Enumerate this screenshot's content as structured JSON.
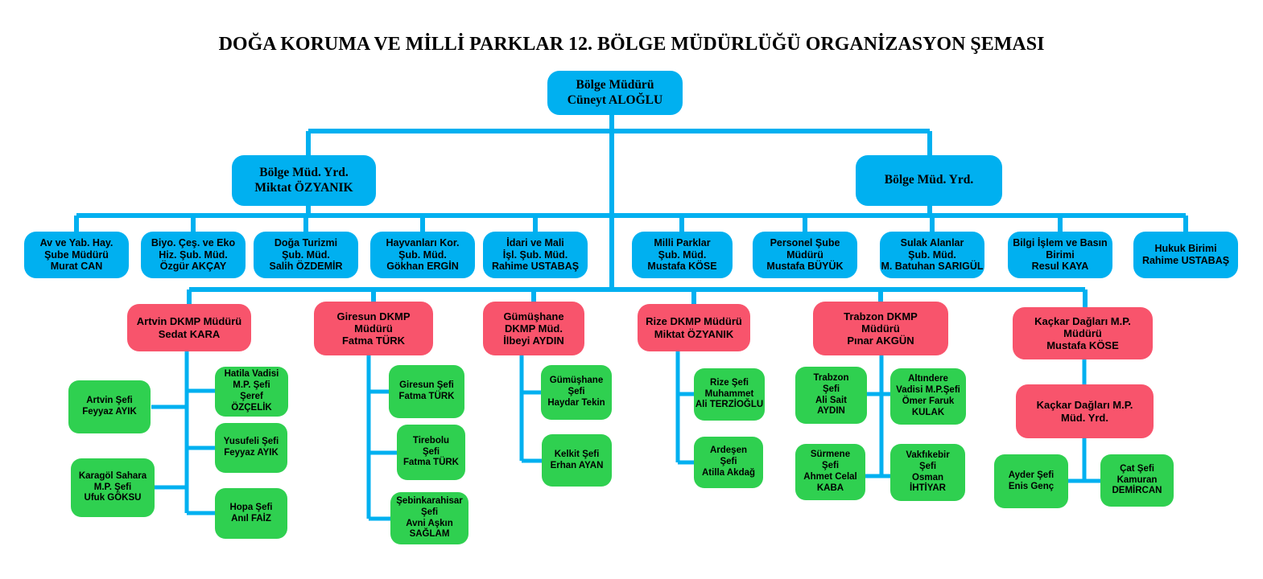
{
  "title": "DOĞA KORUMA VE MİLLİ PARKLAR 12. BÖLGE MÜDÜRLÜĞÜ ORGANİZASYON ŞEMASI",
  "colors": {
    "node_blue": "#00B0F0",
    "node_red": "#F8546C",
    "node_green": "#2FD050",
    "connector_line": "#00B0F0",
    "text": "#000000"
  },
  "org": {
    "director": {
      "label": "Bölge Müdürü\nCüneyt ALOĞLU"
    },
    "deputies": [
      {
        "label": "Bölge Müd. Yrd.\nMiktat ÖZYANIK"
      },
      {
        "label": "Bölge Müd. Yrd."
      }
    ],
    "branches": [
      {
        "label": "Av ve Yab. Hay.\nŞube Müdürü\nMurat CAN"
      },
      {
        "label": "Biyo. Çeş. ve Eko\nHiz. Şub. Müd.\nÖzgür AKÇAY"
      },
      {
        "label": "Doğa Turizmi\nŞub. Müd.\nSalih ÖZDEMİR"
      },
      {
        "label": "Hayvanları Kor.\nŞub. Müd.\nGökhan ERGİN"
      },
      {
        "label": "İdari ve Mali\nİşl. Şub. Müd.\nRahime USTABAŞ"
      },
      {
        "label": "Milli Parklar\nŞub. Müd.\nMustafa KÖSE"
      },
      {
        "label": "Personel Şube\nMüdürü\nMustafa BÜYÜK"
      },
      {
        "label": "Sulak Alanlar\nŞub. Müd.\nM. Batuhan SARIGÜL"
      },
      {
        "label": "Bilgi İşlem ve Basın\nBirimi\nResul KAYA"
      },
      {
        "label": "Hukuk Birimi\nRahime USTABAŞ"
      }
    ],
    "provinces": [
      {
        "label": "Artvin DKMP Müdürü\nSedat KARA",
        "chiefs": [
          {
            "label": "Artvin Şefi\nFeyyaz AYIK"
          },
          {
            "label": "Hatila Vadisi\nM.P. Şefi\nŞeref\nÖZÇELİK"
          },
          {
            "label": "Yusufeli Şefi\nFeyyaz AYIK"
          },
          {
            "label": "Karagöl Sahara\nM.P. Şefi\nUfuk GÖKSU"
          },
          {
            "label": "Hopa Şefi\nAnıl FAİZ"
          }
        ]
      },
      {
        "label": "Giresun DKMP\nMüdürü\nFatma TÜRK",
        "chiefs": [
          {
            "label": "Giresun Şefi\nFatma TÜRK"
          },
          {
            "label": "Tirebolu\nŞefi\nFatma TÜRK"
          },
          {
            "label": "Şebinkarahisar\nŞefi\nAvni Aşkın\nSAĞLAM"
          }
        ]
      },
      {
        "label": "Gümüşhane\nDKMP Müd.\nİlbeyi AYDIN",
        "chiefs": [
          {
            "label": "Gümüşhane\nŞefi\nHaydar Tekin"
          },
          {
            "label": "Kelkit Şefi\nErhan AYAN"
          }
        ]
      },
      {
        "label": "Rize DKMP Müdürü\nMiktat ÖZYANIK",
        "chiefs": [
          {
            "label": "Rize Şefi\nMuhammet\nAli TERZİOĞLU"
          },
          {
            "label": "Ardeşen\nŞefi\nAtilla Akdağ"
          }
        ]
      },
      {
        "label": "Trabzon DKMP\nMüdürü\nPınar AKGÜN",
        "chiefs": [
          {
            "label": "Trabzon\nŞefi\nAli Sait\nAYDIN"
          },
          {
            "label": "Altındere\nVadisi M.P.Şefi\nÖmer Faruk\nKULAK"
          },
          {
            "label": "Sürmene\nŞefi\nAhmet Celal\nKABA"
          },
          {
            "label": "Vakfıkebir\nŞefi\nOsman\nİHTİYAR"
          }
        ]
      },
      {
        "label": "Kaçkar Dağları M.P.\nMüdürü\nMustafa KÖSE",
        "deputy": {
          "label": "Kaçkar Dağları M.P.\nMüd. Yrd."
        },
        "chiefs": [
          {
            "label": "Ayder Şefi\nEnis Genç"
          },
          {
            "label": "Çat Şefi\nKamuran\nDEMİRCAN"
          }
        ]
      }
    ]
  }
}
